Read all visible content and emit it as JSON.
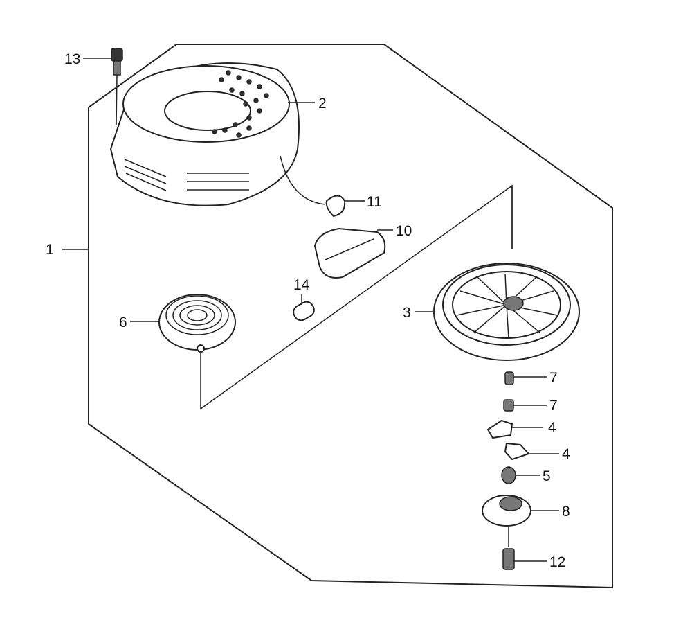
{
  "diagram": {
    "type": "exploded-parts-diagram",
    "callouts": [
      {
        "id": "c1",
        "label": "1"
      },
      {
        "id": "c2",
        "label": "2"
      },
      {
        "id": "c3",
        "label": "3"
      },
      {
        "id": "c4a",
        "label": "4"
      },
      {
        "id": "c4b",
        "label": "4"
      },
      {
        "id": "c5",
        "label": "5"
      },
      {
        "id": "c6",
        "label": "6"
      },
      {
        "id": "c7a",
        "label": "7"
      },
      {
        "id": "c7b",
        "label": "7"
      },
      {
        "id": "c8",
        "label": "8"
      },
      {
        "id": "c10",
        "label": "10"
      },
      {
        "id": "c11",
        "label": "11"
      },
      {
        "id": "c12",
        "label": "12"
      },
      {
        "id": "c13",
        "label": "13"
      },
      {
        "id": "c14",
        "label": "14"
      }
    ]
  }
}
